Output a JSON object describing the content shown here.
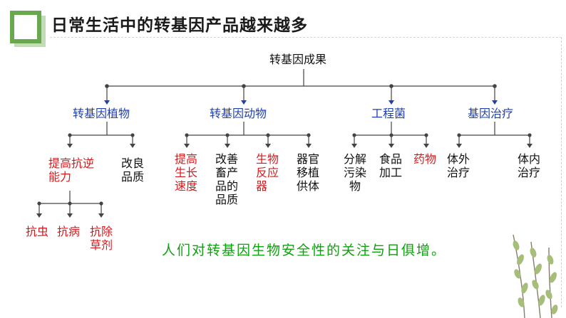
{
  "title": "日常生活中的转基因产品越来越多",
  "root": "转基因成果",
  "categories": [
    {
      "label": "转基因植物",
      "color": "blue"
    },
    {
      "label": "转基因动物",
      "color": "blue"
    },
    {
      "label": "工程菌",
      "color": "blue"
    },
    {
      "label": "基因治疗",
      "color": "blue"
    }
  ],
  "plant_children": [
    "提高抗逆能力",
    "改良品质"
  ],
  "stress_children": [
    "抗虫",
    "抗病",
    "抗除草剂"
  ],
  "animal_children": [
    "提高生长速度",
    "改善畜产品的品质",
    "生物反应器",
    "器官移植供体"
  ],
  "bacteria_children": [
    "分解污染物",
    "食品加工",
    "药物"
  ],
  "therapy_children": [
    "体外治疗",
    "体内治疗"
  ],
  "note": "人们对转基因生物安全性的关注与日俱增。"
}
